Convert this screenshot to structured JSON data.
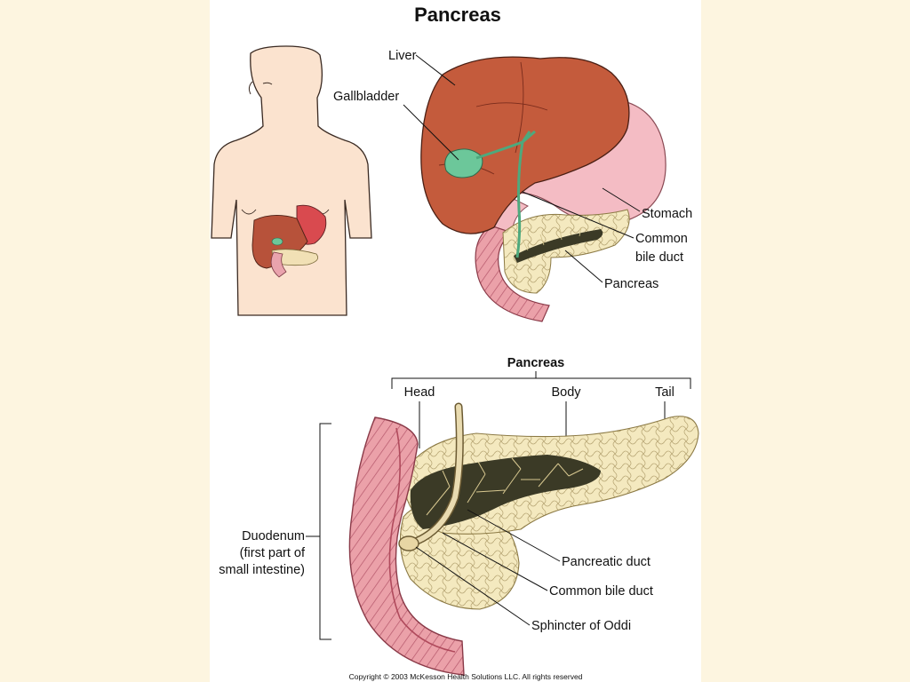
{
  "title": "Pancreas",
  "top_figure": {
    "labels": {
      "liver": "Liver",
      "gallbladder": "Gallbladder",
      "stomach": "Stomach",
      "common_bile_duct_1": "Common",
      "common_bile_duct_2": "bile duct",
      "pancreas": "Pancreas"
    }
  },
  "bottom_figure": {
    "heading": "Pancreas",
    "regions": {
      "head": "Head",
      "body": "Body",
      "tail": "Tail"
    },
    "labels": {
      "duodenum_1": "Duodenum",
      "duodenum_2": "(first part of",
      "duodenum_3": "small intestine)",
      "pancreatic_duct": "Pancreatic duct",
      "common_bile_duct": "Common bile duct",
      "sphincter": "Sphincter of Oddi"
    }
  },
  "copyright": "Copyright © 2003 McKesson Health Solutions LLC. All rights reserved",
  "colors": {
    "background": "#fdf5e0",
    "liver": "#c0583a",
    "gallbladder": "#6cc79a",
    "stomach": "#f2b8c0",
    "pancreas": "#f2e6b8",
    "duct": "#3b3a26",
    "duodenum": "#e8909a",
    "skin": "#fbe3cf"
  }
}
